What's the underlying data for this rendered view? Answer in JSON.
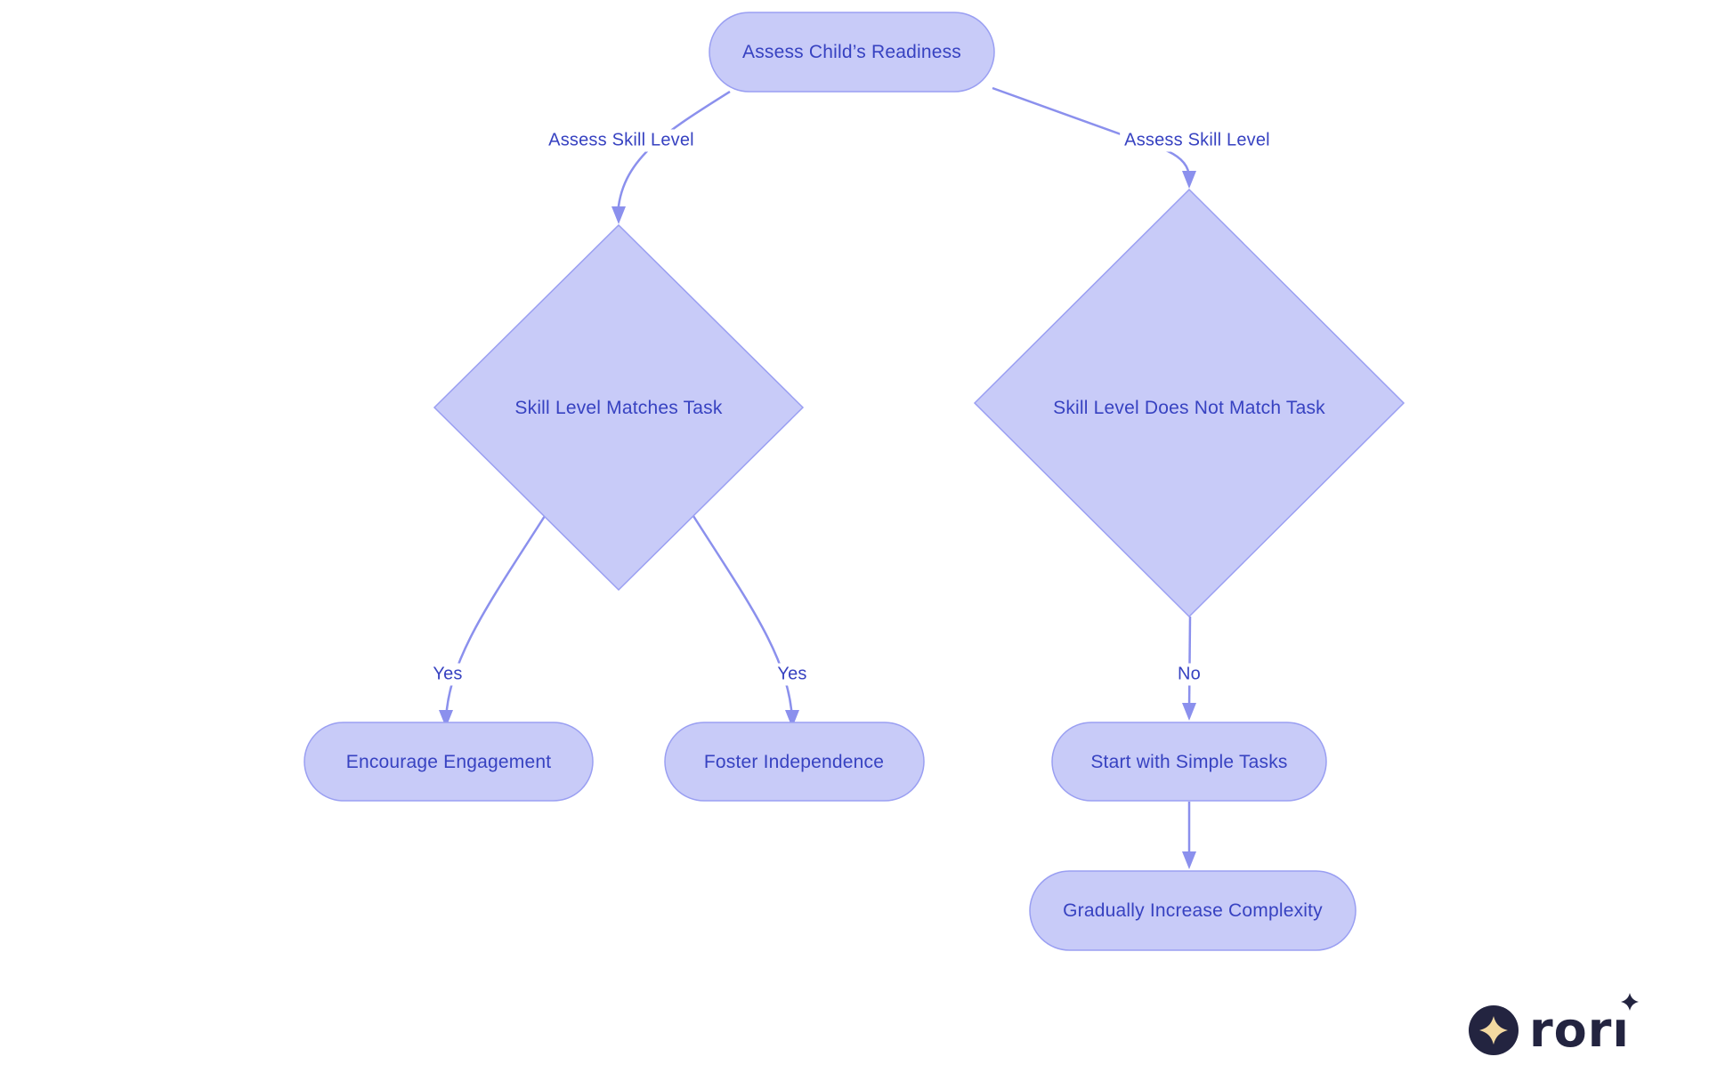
{
  "diagram": {
    "type": "flowchart",
    "background": "#ffffff",
    "colors": {
      "node_fill": "#c8cbf8",
      "node_border": "#9a9ff2",
      "edge_stroke": "#8b90ed",
      "text": "#3742c1"
    },
    "nodes": {
      "root": {
        "label": "Assess Child’s Readiness",
        "shape": "stadium"
      },
      "match": {
        "label": "Skill Level Matches Task",
        "shape": "diamond"
      },
      "no_match": {
        "label": "Skill Level Does Not Match Task",
        "shape": "diamond"
      },
      "encourage": {
        "label": "Encourage Engagement",
        "shape": "stadium"
      },
      "foster": {
        "label": "Foster Independence",
        "shape": "stadium"
      },
      "simple": {
        "label": "Start with Simple Tasks",
        "shape": "stadium"
      },
      "complexity": {
        "label": "Gradually Increase Complexity",
        "shape": "stadium"
      }
    },
    "edges": [
      {
        "from": "root",
        "to": "match",
        "label": "Assess Skill Level"
      },
      {
        "from": "root",
        "to": "no_match",
        "label": "Assess Skill Level"
      },
      {
        "from": "match",
        "to": "encourage",
        "label": "Yes"
      },
      {
        "from": "match",
        "to": "foster",
        "label": "Yes"
      },
      {
        "from": "no_match",
        "to": "simple",
        "label": "No"
      },
      {
        "from": "simple",
        "to": "complexity",
        "label": ""
      }
    ],
    "edge_labels": {
      "to_match": "Assess Skill Level",
      "to_no_match": "Assess Skill Level",
      "match_yes_left": "Yes",
      "match_yes_right": "Yes",
      "no_match_no": "No"
    }
  },
  "logo": {
    "brand": "rori",
    "text_prefix": "ror",
    "text_last": "ı",
    "navy": "#232440",
    "gold": "#f3d9a1"
  }
}
